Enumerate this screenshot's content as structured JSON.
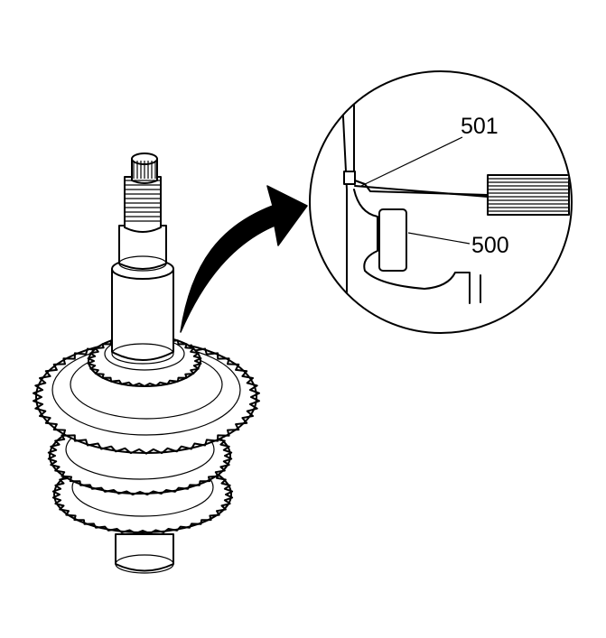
{
  "figure": {
    "subject": "transmission-shaft-with-gears",
    "callouts": [
      {
        "id": "callout-501",
        "label": "501"
      },
      {
        "id": "callout-500",
        "label": "500"
      }
    ],
    "colors": {
      "ink": "#000000",
      "paper": "#ffffff"
    }
  }
}
